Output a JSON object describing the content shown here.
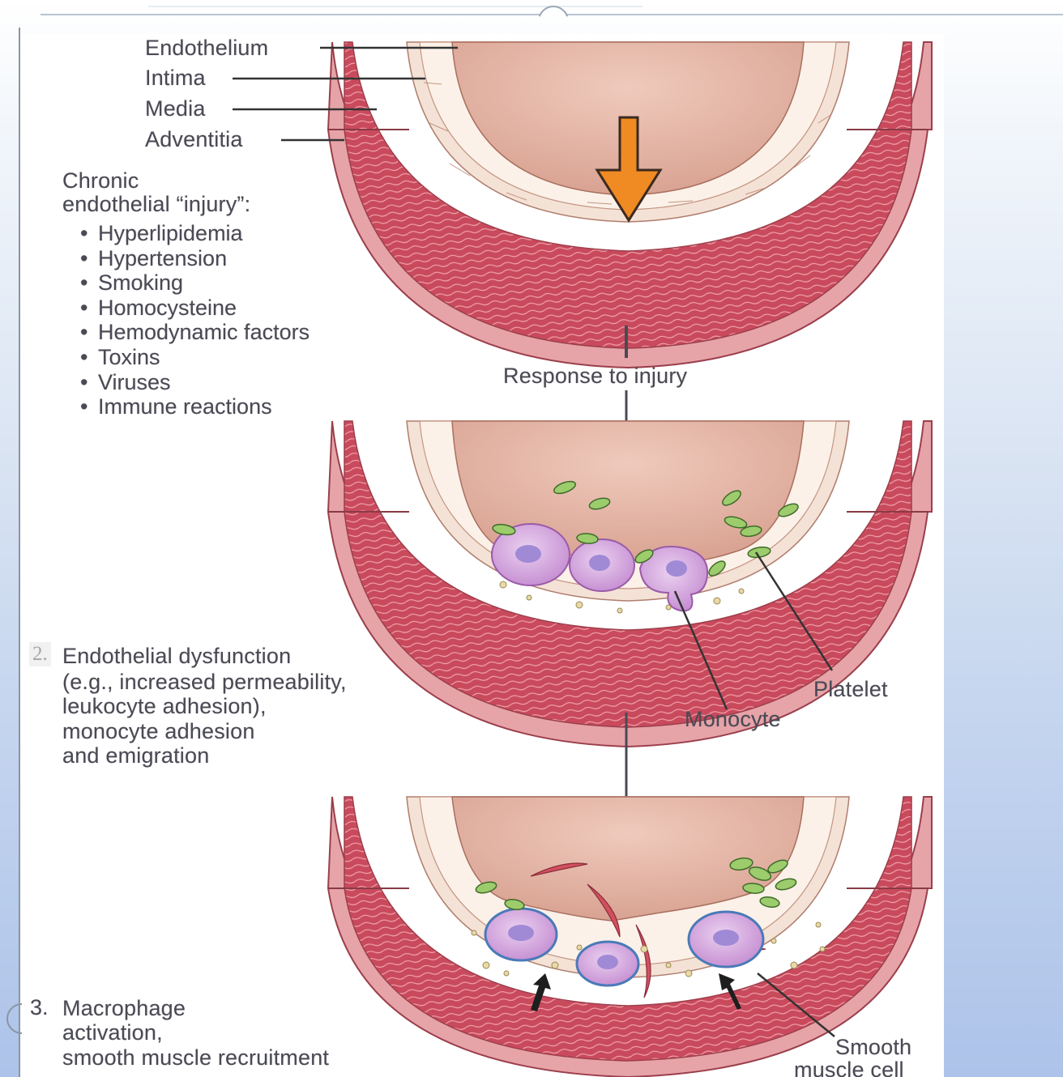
{
  "layer_labels": {
    "endothelium": "Endothelium",
    "intima": "Intima",
    "media": "Media",
    "adventitia": "Adventitia"
  },
  "injury_causes": {
    "heading_line1": "Chronic",
    "heading_line2": "endothelial “injury”:",
    "items": [
      "Hyperlipidemia",
      "Hypertension",
      "Smoking",
      "Homocysteine",
      "Hemodynamic factors",
      "Toxins",
      "Viruses",
      "Immune reactions"
    ]
  },
  "response_label": "Response to injury",
  "step2": {
    "number": "2.",
    "lines": [
      "Endothelial dysfunction",
      "(e.g., increased permeability,",
      "leukocyte adhesion),",
      "monocyte adhesion",
      "and emigration"
    ]
  },
  "cell_labels": {
    "platelet": "Platelet",
    "monocyte": "Monocyte",
    "smooth_muscle_line1": "Smooth",
    "smooth_muscle_line2": "muscle cell"
  },
  "step3": {
    "number": "3.",
    "lines": [
      "Macrophage",
      "activation,",
      "smooth muscle recruitment"
    ]
  },
  "colors": {
    "adventitia": "#e6a4a8",
    "media": "#c8505f",
    "intima": "#f2dcd0",
    "lumen": "#e7b9a9",
    "arrow": "#f08a22",
    "monocyte": "#d6a3de",
    "platelet": "#9ccc6c"
  }
}
